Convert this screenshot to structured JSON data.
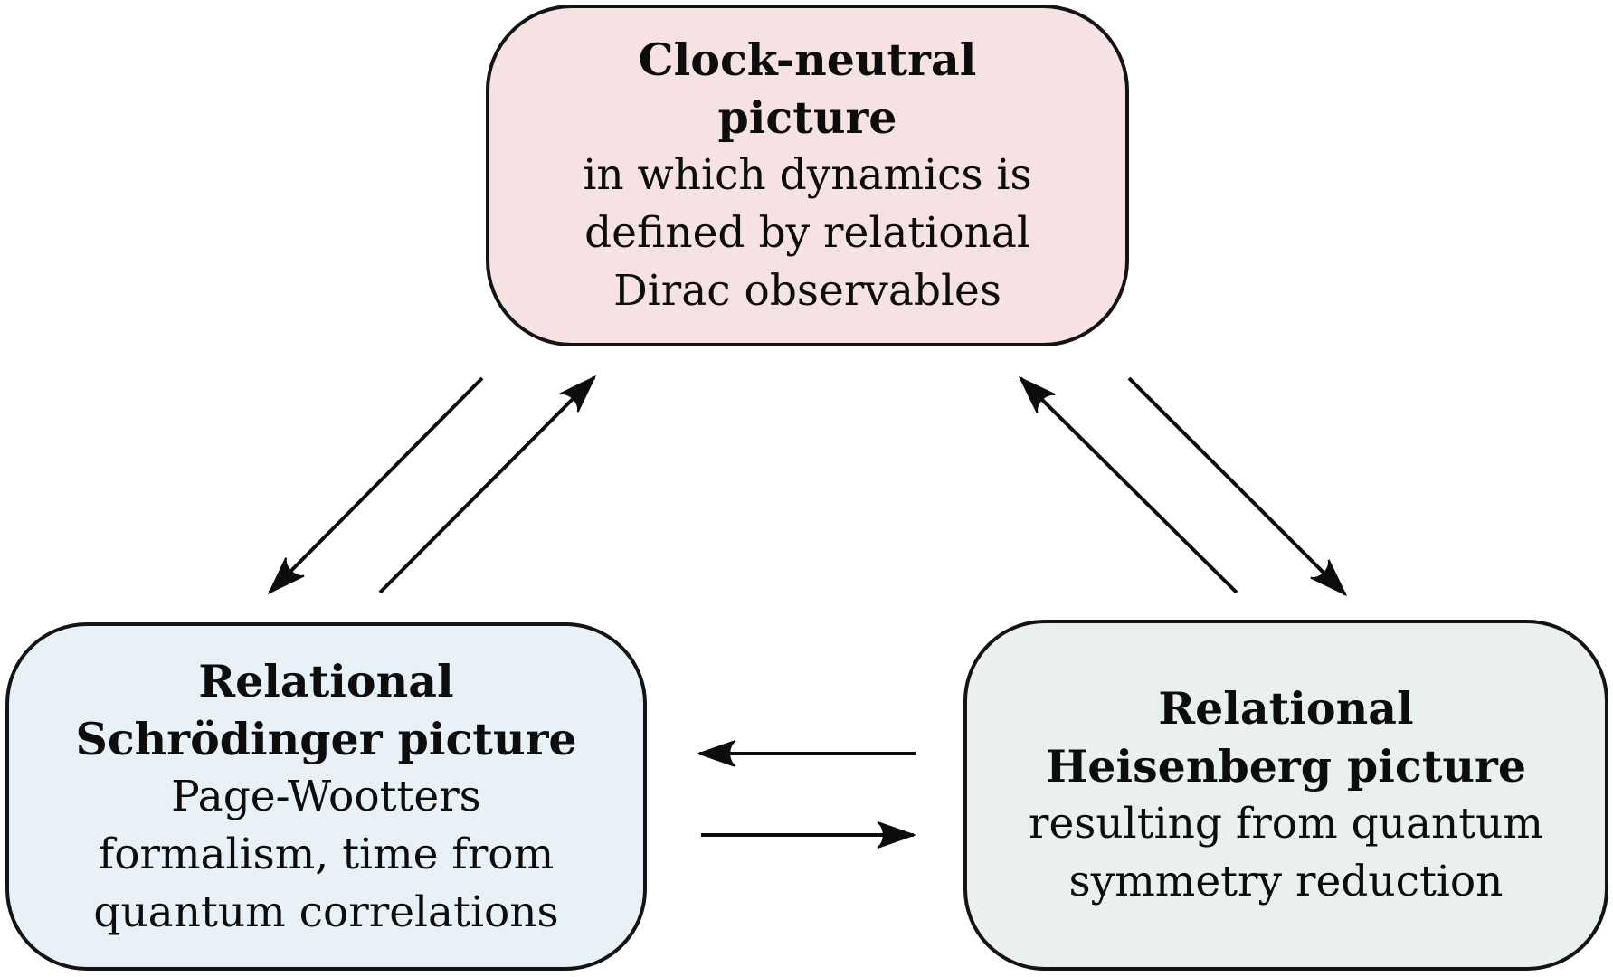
{
  "figure": {
    "type": "concept-diagram",
    "background_color": "#ffffff",
    "line_color": "#0d0d0d"
  },
  "nodes": {
    "clock_neutral": {
      "title_lines": [
        "Clock-neutral",
        "picture"
      ],
      "body_lines": [
        "in which dynamics is",
        "defined by relational",
        "Dirac observables"
      ],
      "fill_color": "#f7e2e3"
    },
    "schrodinger": {
      "title_lines": [
        "Relational",
        "Schrödinger picture"
      ],
      "body_lines": [
        "Page-Wootters",
        "formalism, time from",
        "quantum correlations"
      ],
      "fill_color": "#e8f0f8"
    },
    "heisenberg": {
      "title_lines": [
        "Relational",
        "Heisenberg picture"
      ],
      "body_lines": [
        "resulting from quantum",
        "symmetry reduction"
      ],
      "fill_color": "#eaf1ec"
    }
  },
  "arrows": [
    {
      "from": "clock_neutral",
      "to": "schrodinger",
      "direction": "down-left"
    },
    {
      "from": "schrodinger",
      "to": "clock_neutral",
      "direction": "up-right"
    },
    {
      "from": "heisenberg",
      "to": "clock_neutral",
      "direction": "up-left"
    },
    {
      "from": "clock_neutral",
      "to": "heisenberg",
      "direction": "down-right"
    },
    {
      "from": "heisenberg",
      "to": "schrodinger",
      "direction": "left"
    },
    {
      "from": "schrodinger",
      "to": "heisenberg",
      "direction": "right"
    }
  ]
}
